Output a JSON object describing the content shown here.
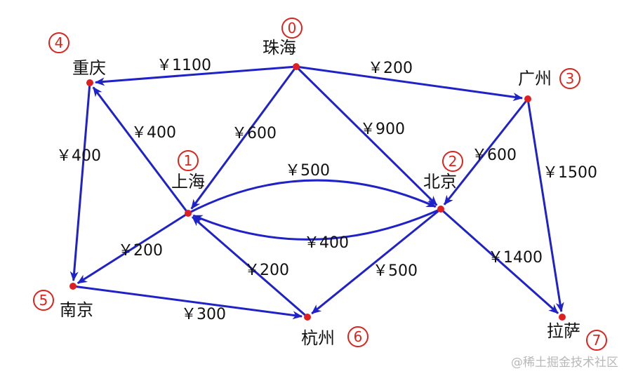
{
  "colors": {
    "edge": "#1f22c8",
    "node": "#e02020",
    "badge": "#d9251d",
    "text": "#111111",
    "watermark": "#b8b8b8"
  },
  "nodes": [
    {
      "id": "zhuhai",
      "index": "0",
      "label": "珠海"
    },
    {
      "id": "shanghai",
      "index": "1",
      "label": "上海"
    },
    {
      "id": "beijing",
      "index": "2",
      "label": "北京"
    },
    {
      "id": "guangzhou",
      "index": "3",
      "label": "广州"
    },
    {
      "id": "chongqing",
      "index": "4",
      "label": "重庆"
    },
    {
      "id": "nanjing",
      "index": "5",
      "label": "南京"
    },
    {
      "id": "hangzhou",
      "index": "6",
      "label": "杭州"
    },
    {
      "id": "lasa",
      "index": "7",
      "label": "拉萨"
    }
  ],
  "edges": [
    {
      "from": "zhuhai",
      "to": "chongqing",
      "price": "￥1100"
    },
    {
      "from": "zhuhai",
      "to": "guangzhou",
      "price": "￥200"
    },
    {
      "from": "zhuhai",
      "to": "shanghai",
      "price": "￥600"
    },
    {
      "from": "zhuhai",
      "to": "beijing",
      "price": "￥900"
    },
    {
      "from": "shanghai",
      "to": "chongqing",
      "price": "￥400"
    },
    {
      "from": "chongqing",
      "to": "nanjing",
      "price": "￥400"
    },
    {
      "from": "guangzhou",
      "to": "beijing",
      "price": "￥600"
    },
    {
      "from": "guangzhou",
      "to": "lasa",
      "price": "￥1500"
    },
    {
      "from": "shanghai",
      "to": "beijing",
      "price": "￥500"
    },
    {
      "from": "beijing",
      "to": "shanghai",
      "price": "￥400"
    },
    {
      "from": "shanghai",
      "to": "nanjing",
      "price": "￥200"
    },
    {
      "from": "hangzhou",
      "to": "shanghai",
      "price": "￥200"
    },
    {
      "from": "beijing",
      "to": "hangzhou",
      "price": "￥500"
    },
    {
      "from": "beijing",
      "to": "lasa",
      "price": "￥1400"
    },
    {
      "from": "nanjing",
      "to": "hangzhou",
      "price": "￥300"
    }
  ],
  "watermark": "@稀土掘金技术社区"
}
